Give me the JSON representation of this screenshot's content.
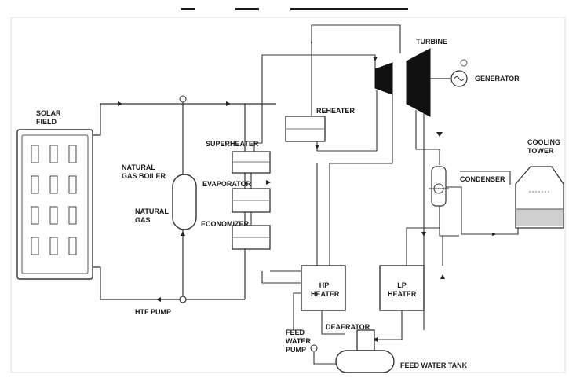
{
  "labels": {
    "solar_field": "SOLAR FIELD",
    "natural_gas_boiler": "NATURAL GAS BOILER",
    "natural_gas": "NATURAL GAS",
    "superheater": "SUPERHEATER",
    "evaporator": "EVAPORATOR",
    "economizer": "ECONOMIZER",
    "reheater": "REHEATER",
    "turbine": "TURBINE",
    "generator": "GENERATOR",
    "condenser": "CONDENSER",
    "cooling_tower": "COOLING TOWER",
    "hp_heater": "HP HEATER",
    "lp_heater": "LP HEATER",
    "deaerator": "DEAERATOR",
    "feed_water_pump": "FEED WATER PUMP",
    "feed_water_tank": "FEED WATER TANK",
    "htf_pump": "HTF PUMP"
  },
  "colors": {
    "line": "#333333",
    "fill": "#ffffff",
    "dark": "#111111",
    "water": "#cfcfcf"
  }
}
